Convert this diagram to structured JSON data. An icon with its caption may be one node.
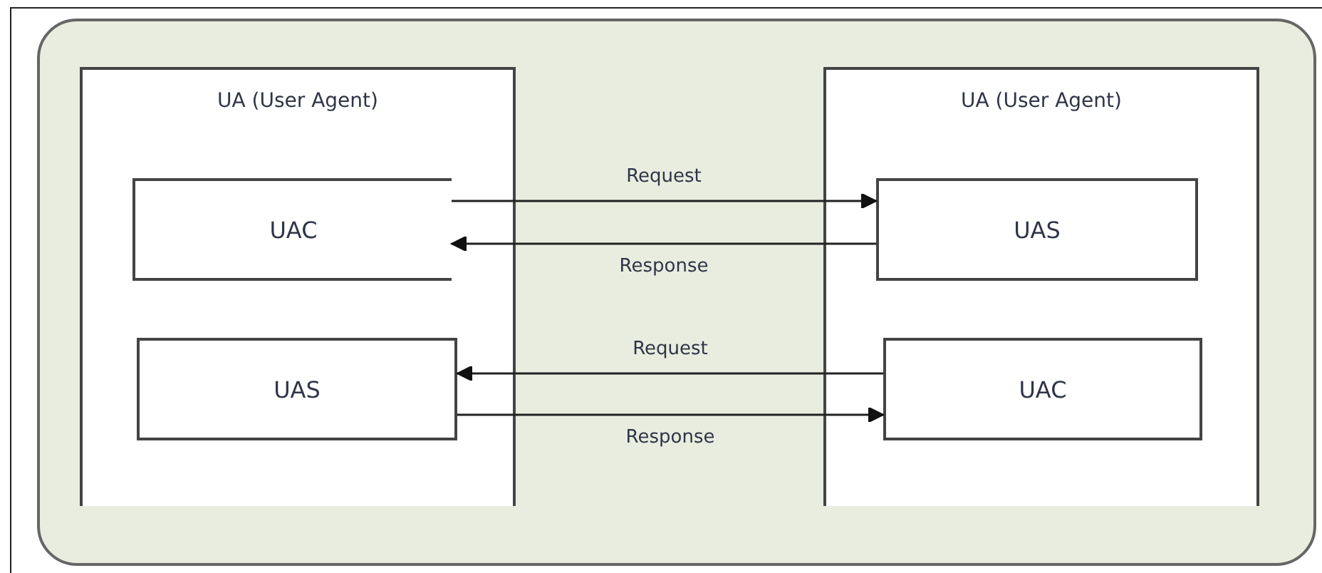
{
  "diagram": {
    "nodes": [
      {
        "text": [
          "UA (User Agent)"
        ]
      },
      {
        "text": [
          "UAC"
        ],
        "in": 0
      },
      {
        "text": [
          "UAS"
        ],
        "in": 0
      },
      {
        "text": [
          "UA (User Agent)"
        ]
      },
      {
        "text": [
          "UAS"
        ],
        "in": 3
      },
      {
        "text": [
          "UAC"
        ],
        "in": 3
      }
    ],
    "edges": [
      {
        "from": 1,
        "to": 4,
        "arrow": "to",
        "label": "Request"
      },
      {
        "from": 4,
        "to": 1,
        "arrow": "to",
        "label": "Response"
      },
      {
        "from": 5,
        "to": 2,
        "arrow": "to",
        "label": "Request"
      },
      {
        "from": 2,
        "to": 5,
        "arrow": "to",
        "label": "Response"
      }
    ]
  }
}
